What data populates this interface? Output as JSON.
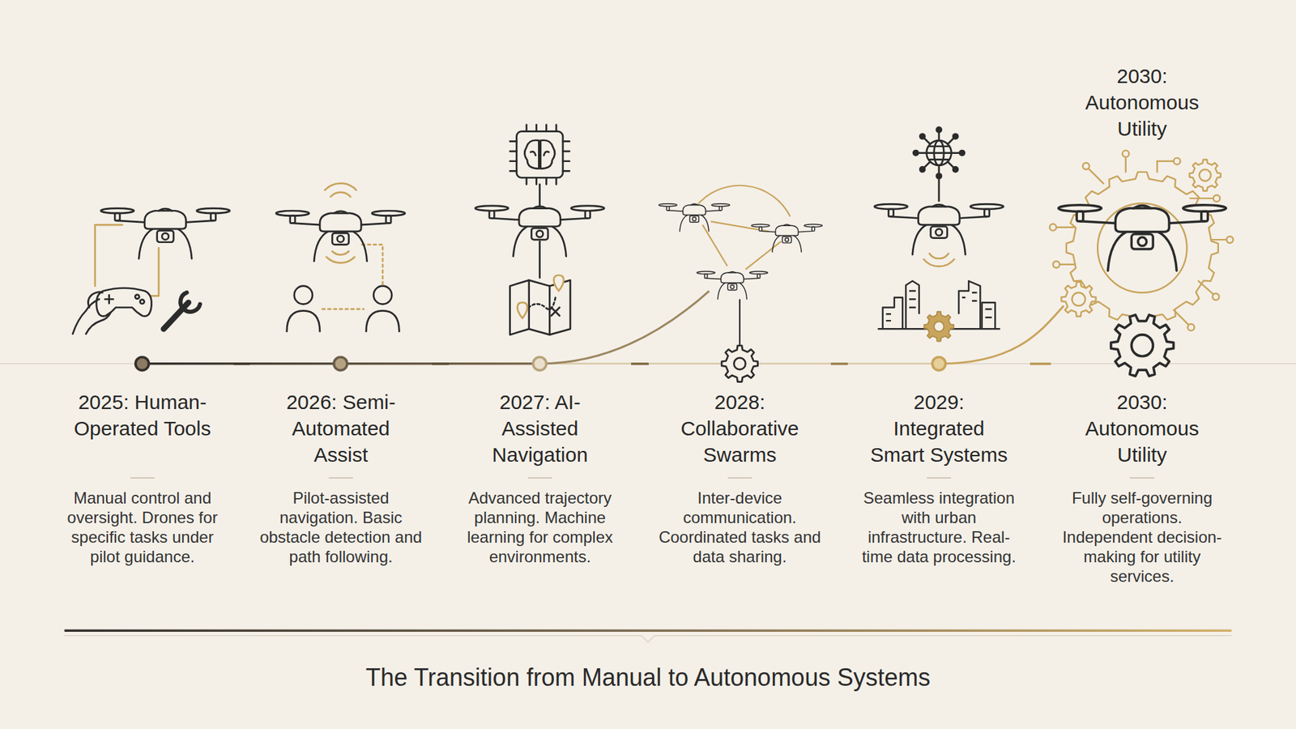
{
  "diagram": {
    "caption": "The Transition from Manual to Autonomous Systems",
    "nodes": [
      {
        "text": [
          "2025: Human-Operated Tools",
          "Manual control and oversight. Drones for specific tasks under pilot guidance."
        ]
      },
      {
        "text": [
          "2026: Semi-Automated Assist",
          "Pilot-assisted navigation. Basic obstacle detection and path following."
        ]
      },
      {
        "text": [
          "2027: AI-Assisted Navigation",
          "Advanced trajectory planning. Machine learning for complex environments."
        ]
      },
      {
        "text": [
          "2028: Collaborative Swarms",
          "Inter-device communication. Coordinated tasks and data sharing."
        ]
      },
      {
        "text": [
          "2029: Integrated Smart Systems",
          "Seamless integration with urban infrastructure. Real-time data processing."
        ]
      },
      {
        "text": [
          "2030: Autonomous Utility",
          "Fully self-governing operations. Independent decision-making for utility services."
        ]
      }
    ],
    "edges": [
      {
        "from": 0,
        "to": 1,
        "arrow": "none"
      },
      {
        "from": 1,
        "to": 2,
        "arrow": "none"
      },
      {
        "from": 2,
        "to": 3,
        "arrow": "none"
      },
      {
        "from": 3,
        "to": 4,
        "arrow": "none"
      },
      {
        "from": 4,
        "to": 5,
        "arrow": "none"
      }
    ],
    "labels": [
      "2030: Autonomous Utility"
    ]
  }
}
